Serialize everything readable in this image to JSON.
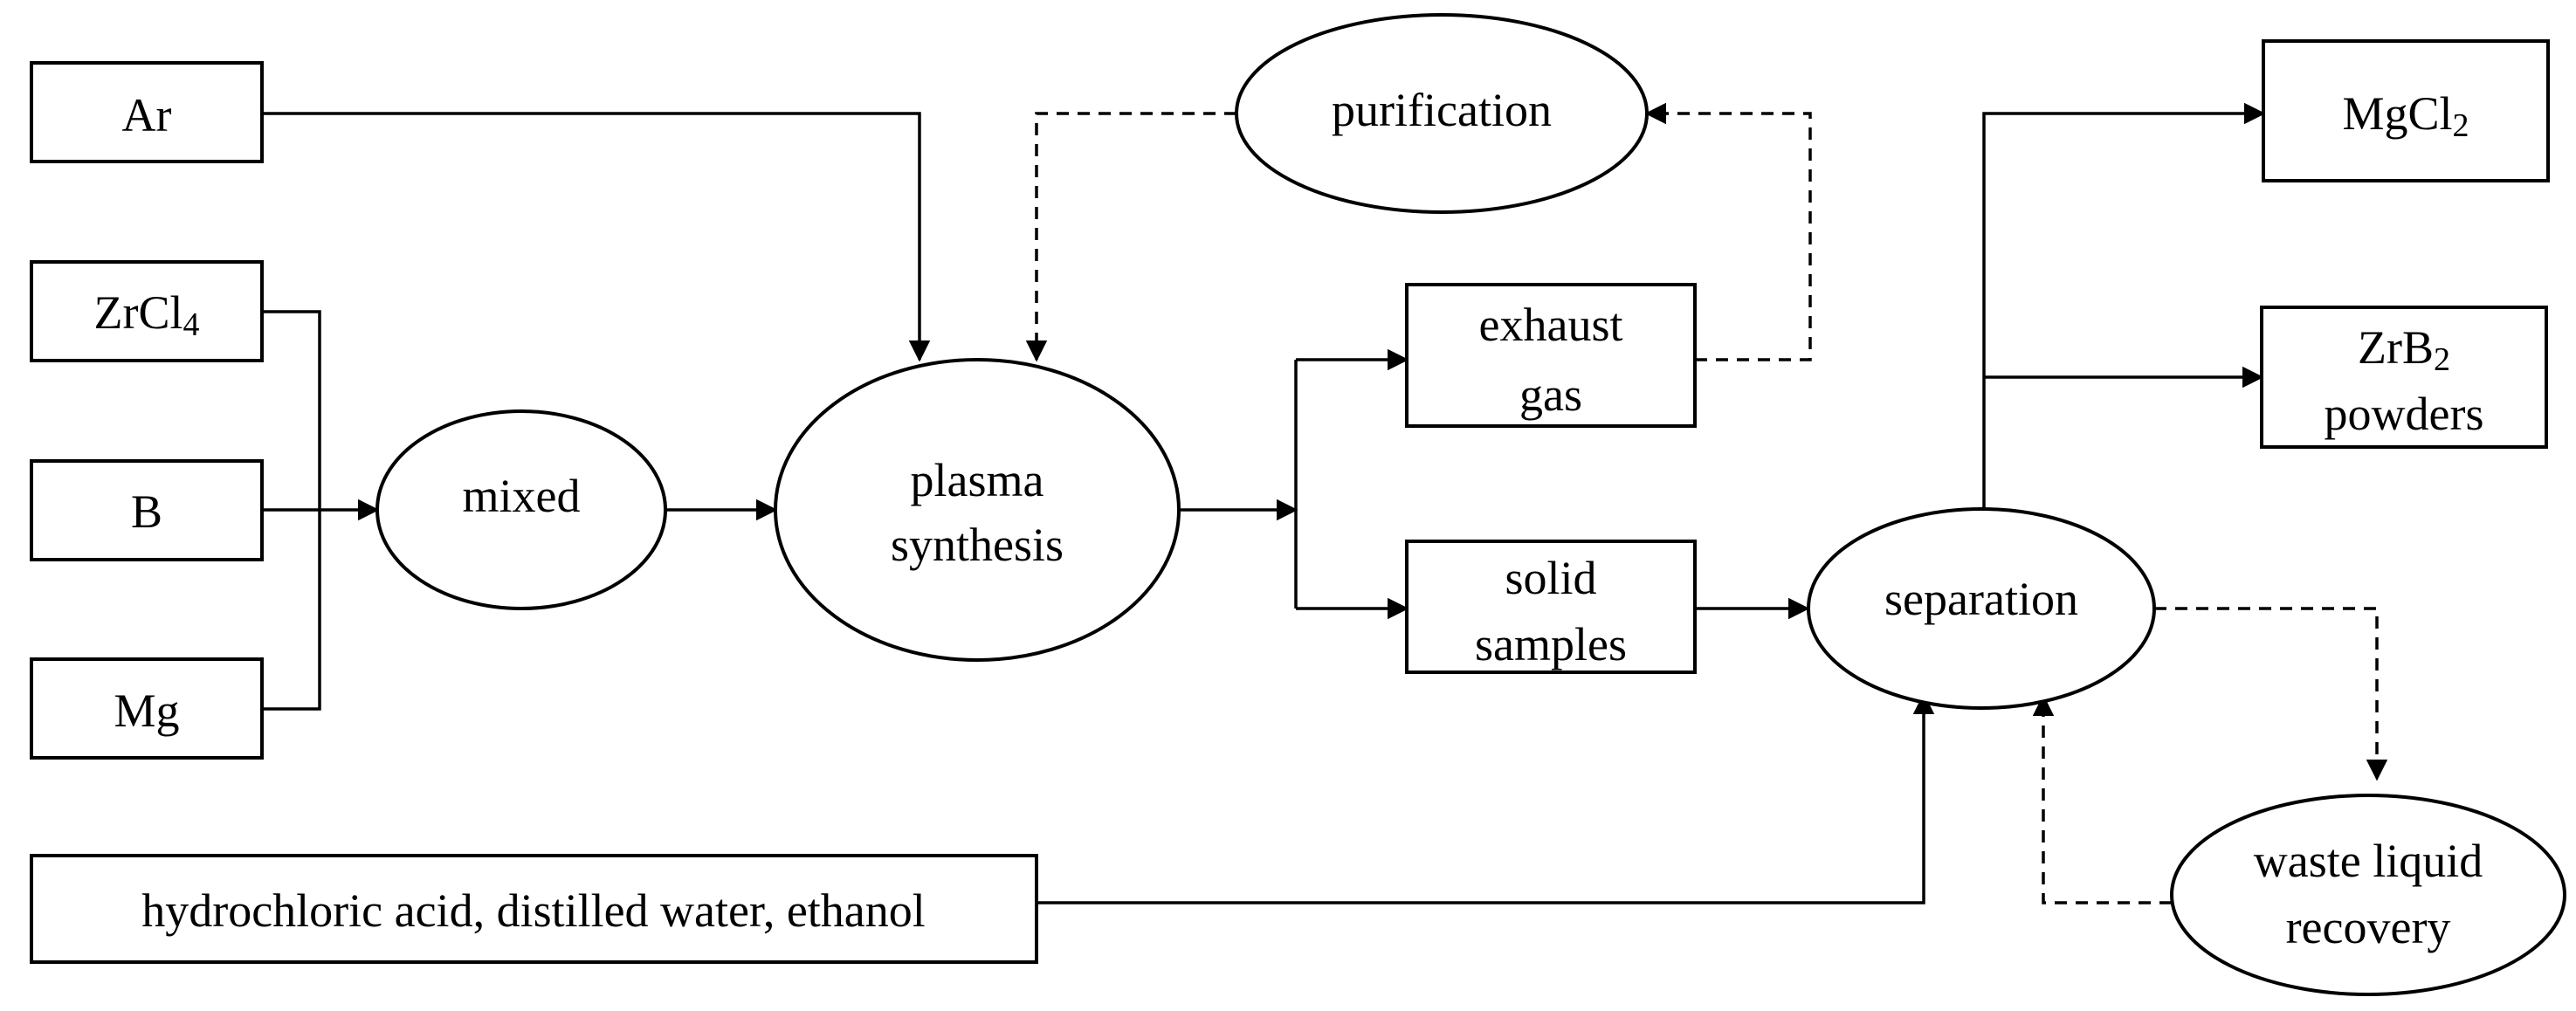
{
  "nodes": {
    "ar": "Ar",
    "zrcl4_base": "ZrCl",
    "zrcl4_sub": "4",
    "b": "B",
    "mg": "Mg",
    "mixed": "mixed",
    "plasma_line1": "plasma",
    "plasma_line2": "synthesis",
    "purification": "purification",
    "exhaust_line1": "exhaust",
    "exhaust_line2": "gas",
    "solid_line1": "solid",
    "solid_line2": "samples",
    "separation": "separation",
    "mgcl2_base": "MgCl",
    "mgcl2_sub": "2",
    "zrb2_base": "ZrB",
    "zrb2_sub": "2",
    "zrb2_line2": "powders",
    "waste_line1": "waste liquid",
    "waste_line2": "recovery",
    "reagents": "hydrochloric acid, distilled water, ethanol"
  }
}
